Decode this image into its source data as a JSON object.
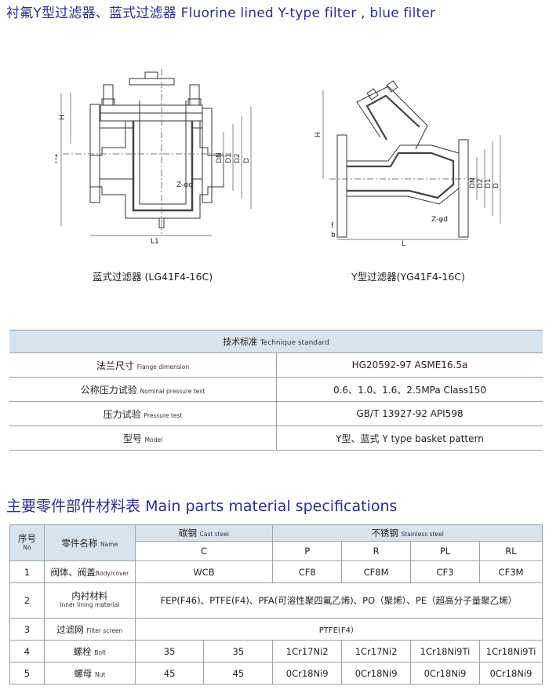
{
  "title": {
    "cn": "衬氟Y型过滤器、蓝式过滤器",
    "en": "Fluorine lined Y-type filter , blue filter"
  },
  "drawings": {
    "left_caption": "蓝式过滤器 (LG41F4-16C)",
    "right_caption": "Y型过滤器(YG41F4-16C)",
    "left_labels": {
      "H": "H",
      "H1": "H1",
      "DN": "DN",
      "D1": "D1",
      "D2": "D2",
      "D": "D",
      "L1": "L1",
      "zphid": "Z-φd"
    },
    "right_labels": {
      "H": "H",
      "DN": "DN",
      "D2": "D2",
      "D1": "D1",
      "D": "D",
      "L": "L",
      "zphid": "Z-φd",
      "f": "f",
      "b": "b"
    }
  },
  "spec": {
    "header_cn": "技术标准",
    "header_en": "Technique standard",
    "rows": [
      {
        "cn": "法兰尺寸",
        "en": "Flange dimension",
        "value": "HG20592-97 ASME16.5a"
      },
      {
        "cn": "公称压力试验",
        "en": "Nominal pressure test",
        "value": "0.6、1.0、1.6、2.5MPa Class150"
      },
      {
        "cn": "压力试验",
        "en": "Pressure test",
        "value": "GB/T 13927-92 API598"
      },
      {
        "cn": "型号",
        "en": "Model",
        "value": "Y型、蓝式 Y type basket pattern"
      }
    ]
  },
  "materials": {
    "title_cn": "主要零件部件材料表",
    "title_en": "Main parts material specifications",
    "h_no_cn": "序号",
    "h_no_en": "No",
    "h_name_cn": "零件名称",
    "h_name_en": "Name",
    "h_cast_cn": "碳钢",
    "h_cast_en": "Cast steel",
    "h_ss_cn": "不锈钢",
    "h_ss_en": "Stainless steel",
    "codes": [
      "C",
      "P",
      "R",
      "PL",
      "RL"
    ],
    "r1": {
      "no": "1",
      "cn": "阀体、阀盖",
      "en": "Body/cover",
      "vals": [
        "WCB",
        "CF8",
        "CF8M",
        "CF3",
        "CF3M"
      ]
    },
    "r2": {
      "no": "2",
      "cn": "内衬材料",
      "en": "Inner lining material",
      "val": "FEP(F46)、PTFE(F4)、PFA(可溶性聚四氟乙烯)、PO（聚烯）、PE（超高分子量聚乙烯）"
    },
    "r3": {
      "no": "3",
      "cn": "过滤网",
      "en": "Filter screen",
      "val": "PTFE(F4）"
    },
    "r4": {
      "no": "4",
      "cn": "螺栓",
      "en": "Bolt",
      "vals": [
        "35",
        "35",
        "1Cr17Ni2",
        "1Cr17Ni2",
        "1Cr18Ni9Ti",
        "1Cr18Ni9Ti"
      ]
    },
    "r5": {
      "no": "5",
      "cn": "螺母",
      "en": "Nut",
      "vals": [
        "45",
        "45",
        "0Cr18Ni9",
        "0Cr18Ni9",
        "0Cr18Ni9",
        "0Cr18Ni9"
      ]
    }
  }
}
